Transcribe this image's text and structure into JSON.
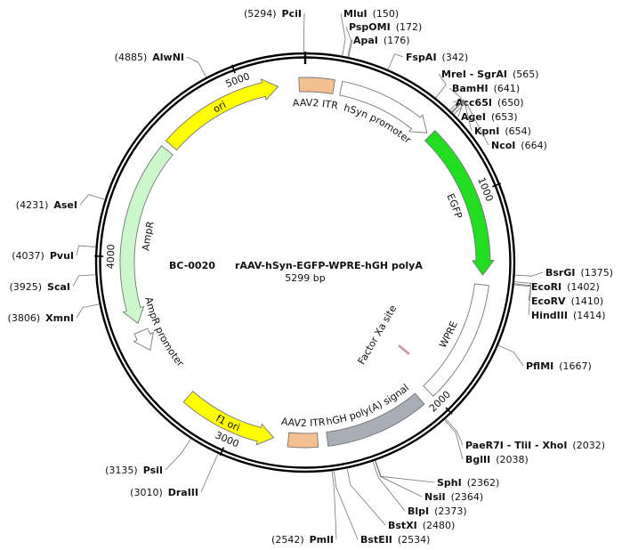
{
  "plasmid": {
    "id": "BC-0020",
    "name": "rAAV-hSyn-EGFP-WPRE-hGH polyA",
    "size_label": "5299 bp",
    "length": 5299
  },
  "ticks": [
    {
      "pos": 1000,
      "label": "1000"
    },
    {
      "pos": 2000,
      "label": "2000"
    },
    {
      "pos": 3000,
      "label": "3000"
    },
    {
      "pos": 4000,
      "label": "4000"
    },
    {
      "pos": 5000,
      "label": "5000"
    }
  ],
  "features": [
    {
      "id": "ori",
      "label": "ori",
      "start": 4580,
      "end": 5170,
      "dir": 1,
      "color": "#ffff00",
      "label_inside": true
    },
    {
      "id": "aav2-itr-1",
      "label": "AAV2 ITR",
      "start": 5270,
      "end": 5435,
      "dir": 0,
      "color": "#f4c090",
      "label_inside": false
    },
    {
      "id": "hsyn-promoter",
      "label": "hSyn promoter",
      "start": 5470,
      "end": 5935,
      "dir": 1,
      "color": "#ffffff",
      "label_inside": false
    },
    {
      "id": "egfp",
      "label": "EGFP",
      "start": 655,
      "end": 1385,
      "dir": 1,
      "color": "#22dd22",
      "label_inside": false
    },
    {
      "id": "wpre",
      "label": "WPRE",
      "start": 1430,
      "end": 2005,
      "dir": 0,
      "color": "#ffffff",
      "label_inside": false
    },
    {
      "id": "hgh-polya",
      "label": "hGH poly(A) signal",
      "start": 2060,
      "end": 2545,
      "dir": 0,
      "color": "#a9adb5",
      "label_inside": false
    },
    {
      "id": "aav2-itr-2",
      "label": "AAV2 ITR",
      "start": 2590,
      "end": 2730,
      "dir": 0,
      "color": "#f4c090",
      "label_inside": false
    },
    {
      "id": "f1-ori",
      "label": "f1 ori",
      "start": 2800,
      "end": 3255,
      "dir": -1,
      "color": "#ffff00",
      "label_inside": true
    },
    {
      "id": "ampr-promoter",
      "label": "AmpR promoter",
      "start": 3540,
      "end": 3640,
      "dir": -1,
      "color": "#ffffff",
      "label_inside": false
    },
    {
      "id": "ampr",
      "label": "AmpR",
      "start": 3680,
      "end": 4550,
      "dir": -1,
      "color": "#ccf7cc",
      "label_inside": false
    }
  ],
  "sites": [
    {
      "name": "PciI",
      "pos_label": "(5294)",
      "side": "left",
      "pos": 5294
    },
    {
      "name": "MluI",
      "pos_label": "(150)",
      "side": "right",
      "pos": 150
    },
    {
      "name": "PspOMI",
      "pos_label": "(172)",
      "side": "right",
      "pos": 172
    },
    {
      "name": "ApaI",
      "pos_label": "(176)",
      "side": "right",
      "pos": 176
    },
    {
      "name": "FspAI",
      "pos_label": "(342)",
      "side": "right",
      "pos": 342
    },
    {
      "name": "MreI - SgrAI",
      "pos_label": "(565)",
      "side": "right",
      "pos": 565
    },
    {
      "name": "BamHI",
      "pos_label": "(641)",
      "side": "right",
      "pos": 641
    },
    {
      "name": "Acc65I",
      "pos_label": "(650)",
      "side": "right",
      "pos": 650
    },
    {
      "name": "AgeI",
      "pos_label": "(653)",
      "side": "right",
      "pos": 653
    },
    {
      "name": "KpnI",
      "pos_label": "(654)",
      "side": "right",
      "pos": 654
    },
    {
      "name": "NcoI",
      "pos_label": "(664)",
      "side": "right",
      "pos": 664
    },
    {
      "name": "BsrGI",
      "pos_label": "(1375)",
      "side": "right",
      "pos": 1375
    },
    {
      "name": "EcoRI",
      "pos_label": "(1402)",
      "side": "right",
      "pos": 1402
    },
    {
      "name": "EcoRV",
      "pos_label": "(1410)",
      "side": "right",
      "pos": 1410
    },
    {
      "name": "HindIII",
      "pos_label": "(1414)",
      "side": "right",
      "pos": 1414
    },
    {
      "name": "PflMI",
      "pos_label": "(1667)",
      "side": "right",
      "pos": 1667
    },
    {
      "name": "PaeR7I - TliI - XhoI",
      "pos_label": "(2032)",
      "side": "right",
      "pos": 2032
    },
    {
      "name": "BglII",
      "pos_label": "(2038)",
      "side": "right",
      "pos": 2038
    },
    {
      "name": "SphI",
      "pos_label": "(2362)",
      "side": "right",
      "pos": 2362
    },
    {
      "name": "NsiI",
      "pos_label": "(2364)",
      "side": "right",
      "pos": 2364
    },
    {
      "name": "BlpI",
      "pos_label": "(2373)",
      "side": "right",
      "pos": 2373
    },
    {
      "name": "BstXI",
      "pos_label": "(2480)",
      "side": "right",
      "pos": 2480
    },
    {
      "name": "BstEII",
      "pos_label": "(2534)",
      "side": "right",
      "pos": 2534
    },
    {
      "name": "PmlI",
      "pos_label": "(2542)",
      "side": "left",
      "pos": 2542
    },
    {
      "name": "DraIII",
      "pos_label": "(3010)",
      "side": "left",
      "pos": 3010
    },
    {
      "name": "PsiI",
      "pos_label": "(3135)",
      "side": "left",
      "pos": 3135
    },
    {
      "name": "XmnI",
      "pos_label": "(3806)",
      "side": "left",
      "pos": 3806
    },
    {
      "name": "ScaI",
      "pos_label": "(3925)",
      "side": "left",
      "pos": 3925
    },
    {
      "name": "PvuI",
      "pos_label": "(4037)",
      "side": "left",
      "pos": 4037
    },
    {
      "name": "AseI",
      "pos_label": "(4231)",
      "side": "left",
      "pos": 4231
    },
    {
      "name": "AlwNI",
      "pos_label": "(4885)",
      "side": "left",
      "pos": 4885
    }
  ],
  "misc": [
    {
      "label": "Factor Xa site",
      "color": "#c9a0b0"
    }
  ],
  "colors": {
    "backbone": "#000000",
    "leader": "#777777",
    "outline": "#777777"
  }
}
